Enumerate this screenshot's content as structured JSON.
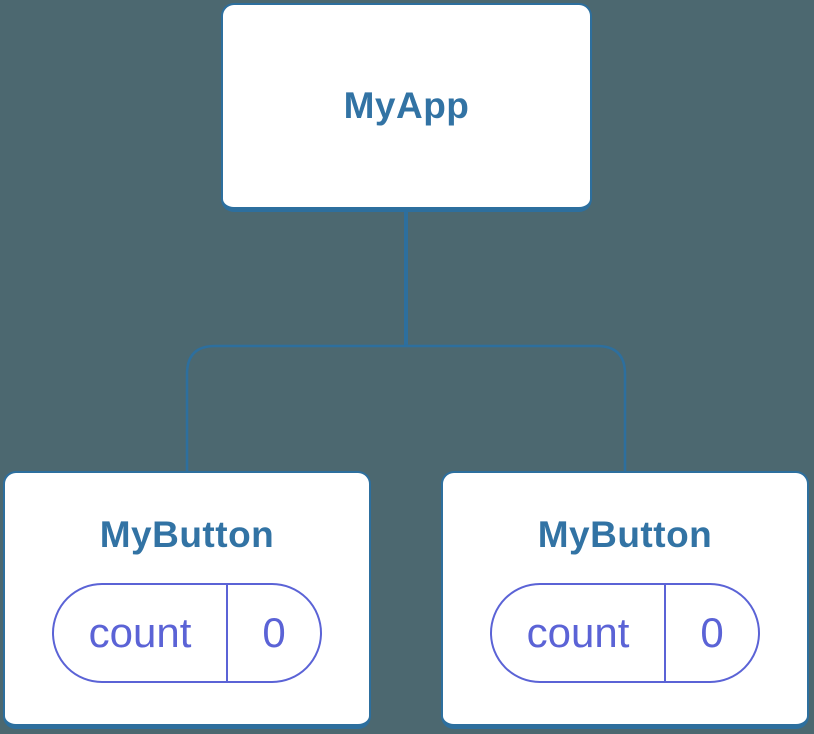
{
  "colors": {
    "background": "#4c6870",
    "connector_blue": "#2d6f9e",
    "title_blue": "#3273a4",
    "state_indigo": "#5b63d6",
    "node_fill": "#ffffff"
  },
  "tree": {
    "root": {
      "label": "MyApp"
    },
    "children": [
      {
        "label": "MyButton",
        "state": {
          "name": "count",
          "value": "0"
        }
      },
      {
        "label": "MyButton",
        "state": {
          "name": "count",
          "value": "0"
        }
      }
    ]
  }
}
